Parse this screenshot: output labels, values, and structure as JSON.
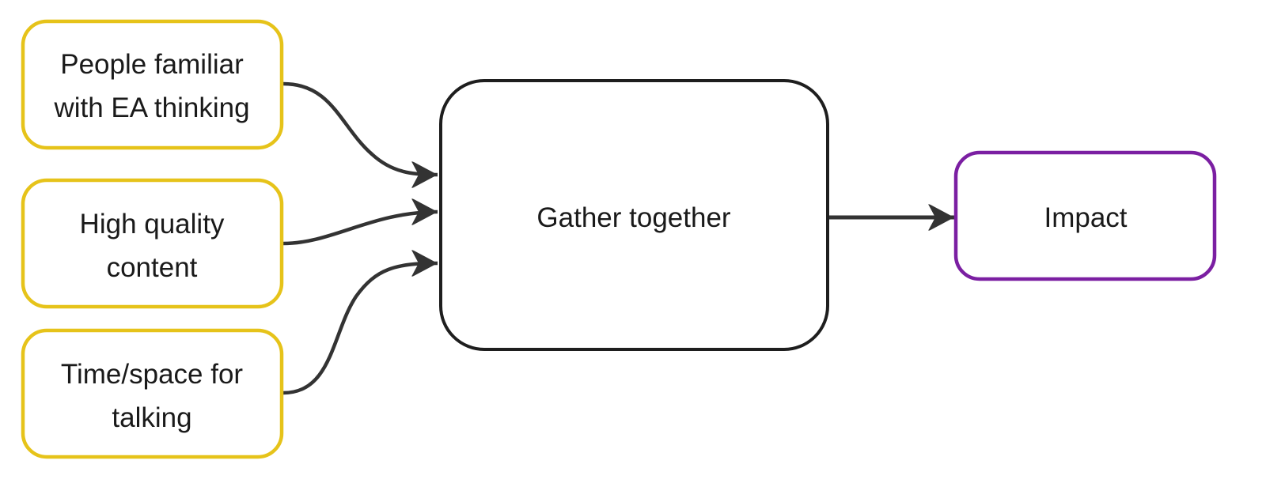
{
  "colors": {
    "input_border": "#e6c31a",
    "main_border": "#1e1e1e",
    "output_border": "#7b1fa2",
    "edge": "#333333"
  },
  "inputs": [
    {
      "line1": "People familiar",
      "line2": "with EA thinking"
    },
    {
      "line1": "High quality",
      "line2": "content"
    },
    {
      "line1": "Time/space for",
      "line2": "talking"
    }
  ],
  "center": {
    "label": "Gather together"
  },
  "output": {
    "label": "Impact"
  }
}
